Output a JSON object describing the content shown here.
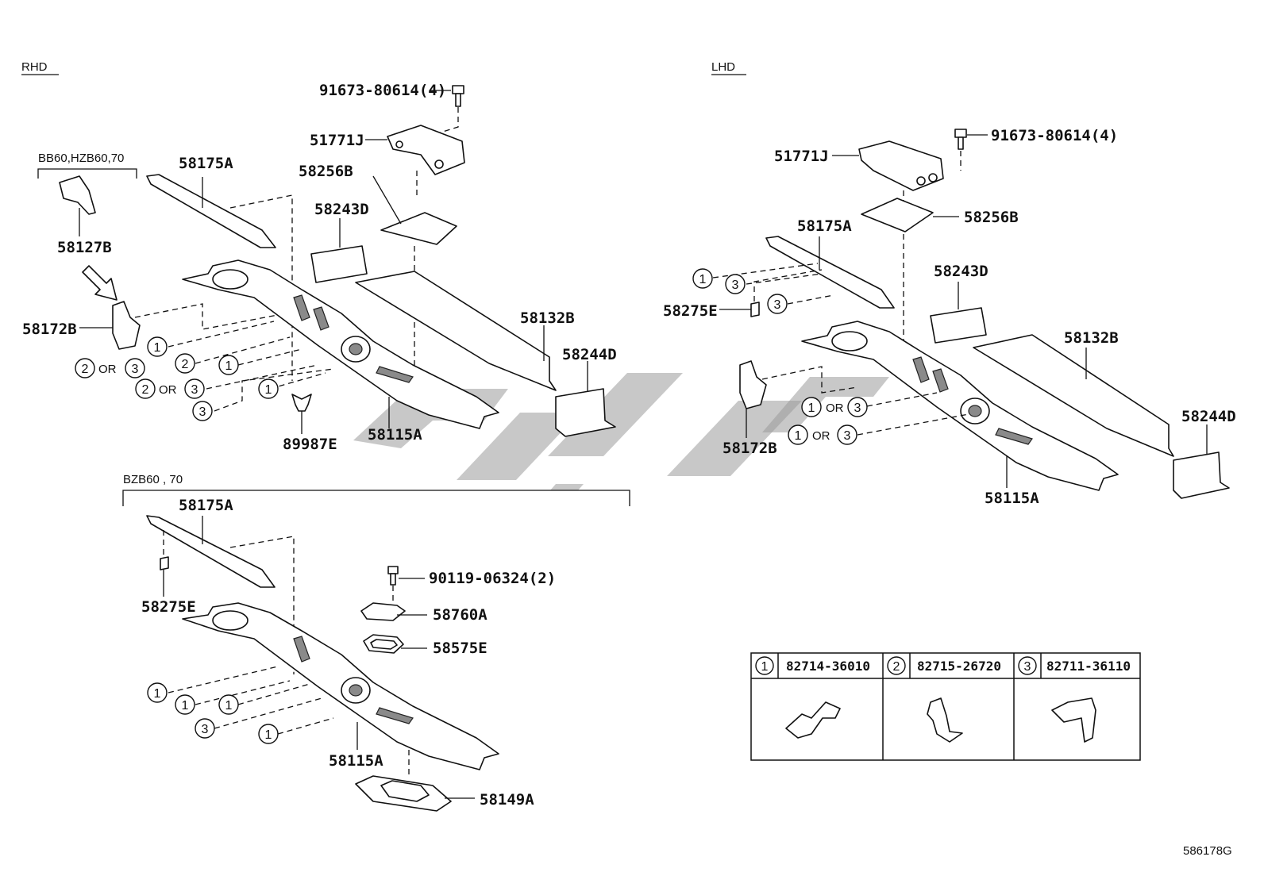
{
  "sections": {
    "rhd": "RHD",
    "lhd": "LHD",
    "rhd_variant_bb60": "BB60,HZB60,70",
    "rhd_variant_bzb60": "BZB60 , 70"
  },
  "rhd_labels": {
    "bolt": "91673-80614(4)",
    "p51771j": "51771J",
    "p58256b": "58256B",
    "p58175a": "58175A",
    "p58243d": "58243D",
    "p58127b": "58127B",
    "p58172b": "58172B",
    "p58132b": "58132B",
    "p58244d": "58244D",
    "p58115a": "58115A",
    "p89987e": "89987E"
  },
  "bzb_labels": {
    "p58175a": "58175A",
    "p58275e": "58275E",
    "bolt": "90119-06324(2)",
    "p58760a": "58760A",
    "p58575e": "58575E",
    "p58115a": "58115A",
    "p58149a": "58149A"
  },
  "lhd_labels": {
    "bolt": "91673-80614(4)",
    "p51771j": "51771J",
    "p58256b": "58256B",
    "p58175a": "58175A",
    "p58243d": "58243D",
    "p58275e": "58275E",
    "p58132b": "58132B",
    "p58244d": "58244D",
    "p58172b": "58172B",
    "p58115a": "58115A"
  },
  "clip_marks": {
    "one": "1",
    "two": "2",
    "three": "3",
    "or": "OR"
  },
  "clip_table": [
    {
      "ref": "1",
      "part_no": "82714-36010"
    },
    {
      "ref": "2",
      "part_no": "82715-26720"
    },
    {
      "ref": "3",
      "part_no": "82711-36110"
    }
  ],
  "diagram_code": "586178G",
  "watermark_icon": "logo-watermark"
}
